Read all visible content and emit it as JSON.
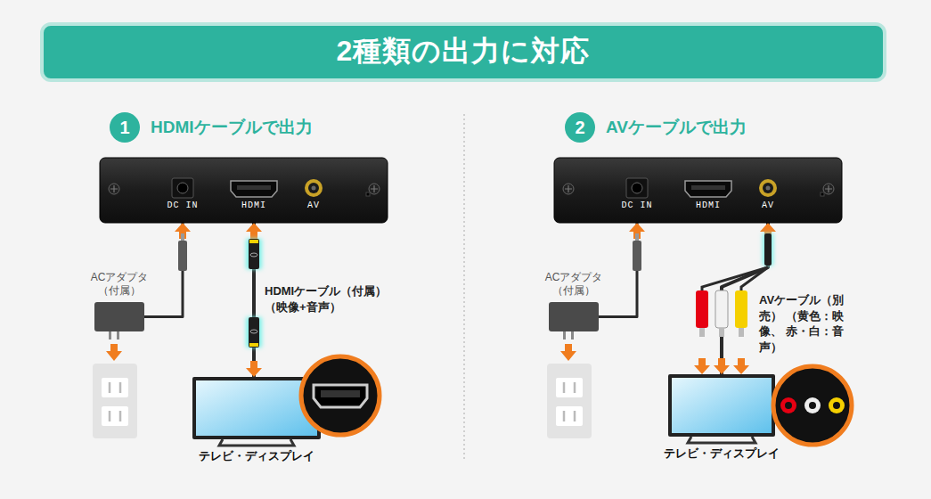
{
  "diagram": {
    "title": "2種類の出力に対応",
    "nodes": [
      {
        "text": [
          "1",
          "HDMIケーブルで出力"
        ]
      },
      {
        "text": [
          "DC IN",
          "HDMI",
          "AV"
        ]
      },
      {
        "text": [
          "ACアダプタ （付属）"
        ]
      },
      {
        "text": [
          "テレビ・ディスプレイ"
        ]
      },
      {
        "text": [
          "2",
          "AVケーブルで出力"
        ]
      },
      {
        "text": [
          "DC IN",
          "HDMI",
          "AV"
        ]
      },
      {
        "text": [
          "ACアダプタ （付属）"
        ]
      },
      {
        "text": [
          "テレビ・ディスプレイ"
        ]
      }
    ],
    "edges": [
      {
        "from": 2,
        "to": 1,
        "arrow": "to"
      },
      {
        "from": 1,
        "to": 3,
        "arrow": "both",
        "label": "HDMIケーブル（付属） （映像+音声）"
      },
      {
        "from": 6,
        "to": 5,
        "arrow": "to"
      },
      {
        "from": 5,
        "to": 7,
        "arrow": "both",
        "label": "AVケーブル（別売） （黄色：映像、 赤・白：音声）"
      }
    ]
  }
}
